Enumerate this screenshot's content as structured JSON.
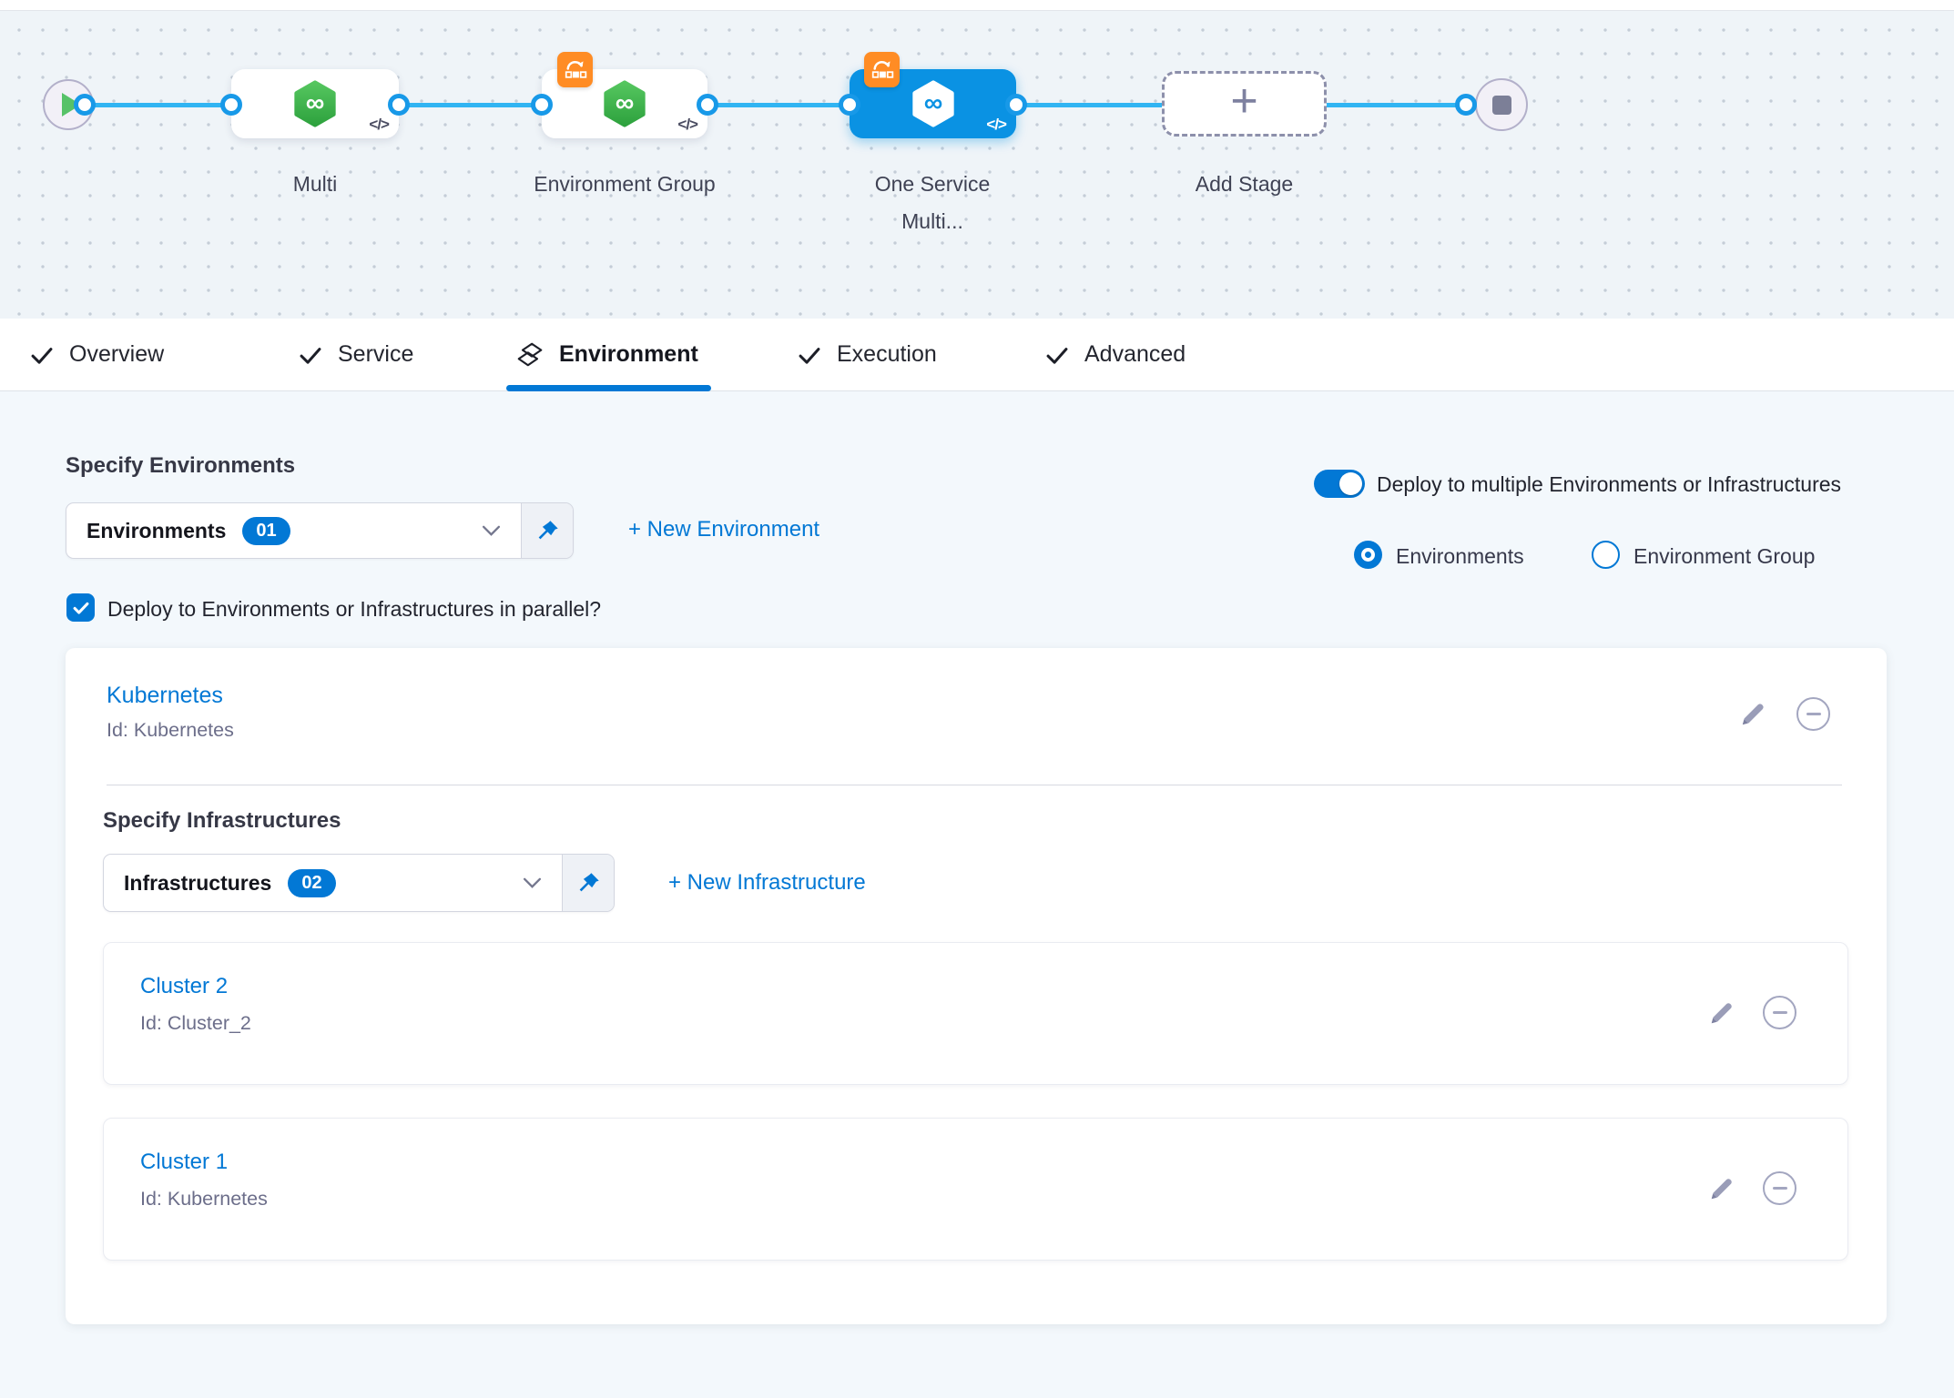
{
  "colors": {
    "accent": "#0278d5",
    "node-blue": "#0a92e3",
    "edge-blue": "#31b4f2",
    "green": "#3cb94b",
    "orange": "#ff8c24",
    "text-muted": "#6c6e8a"
  },
  "pipeline": {
    "code_glyph": "</>",
    "infinity_glyph": "∞",
    "plus_glyph": "+",
    "nodes": [
      {
        "label": "Multi"
      },
      {
        "label": "Environment Group"
      },
      {
        "label": "One Service Multi..."
      },
      {
        "label": "Add Stage"
      }
    ]
  },
  "tabs": [
    {
      "label": "Overview"
    },
    {
      "label": "Service"
    },
    {
      "label": "Environment"
    },
    {
      "label": "Execution"
    },
    {
      "label": "Advanced"
    }
  ],
  "environment_section": {
    "heading": "Specify Environments",
    "dropdown_value": "Environments",
    "dropdown_count": "01",
    "new_environment_link": "+ New Environment",
    "toggle_label": "Deploy to multiple Environments or Infrastructures",
    "radio_environments": "Environments",
    "radio_environment_group": "Environment Group",
    "parallel_checkbox_label": "Deploy to Environments or Infrastructures in parallel?"
  },
  "environment_card": {
    "name": "Kubernetes",
    "id": "Id: Kubernetes",
    "infra_heading": "Specify Infrastructures",
    "infra_dropdown_value": "Infrastructures",
    "infra_dropdown_count": "02",
    "new_infrastructure_link": "+ New Infrastructure",
    "infrastructures": [
      {
        "name": "Cluster 2",
        "id": "Id: Cluster_2"
      },
      {
        "name": "Cluster 1",
        "id": "Id: Kubernetes"
      }
    ]
  }
}
